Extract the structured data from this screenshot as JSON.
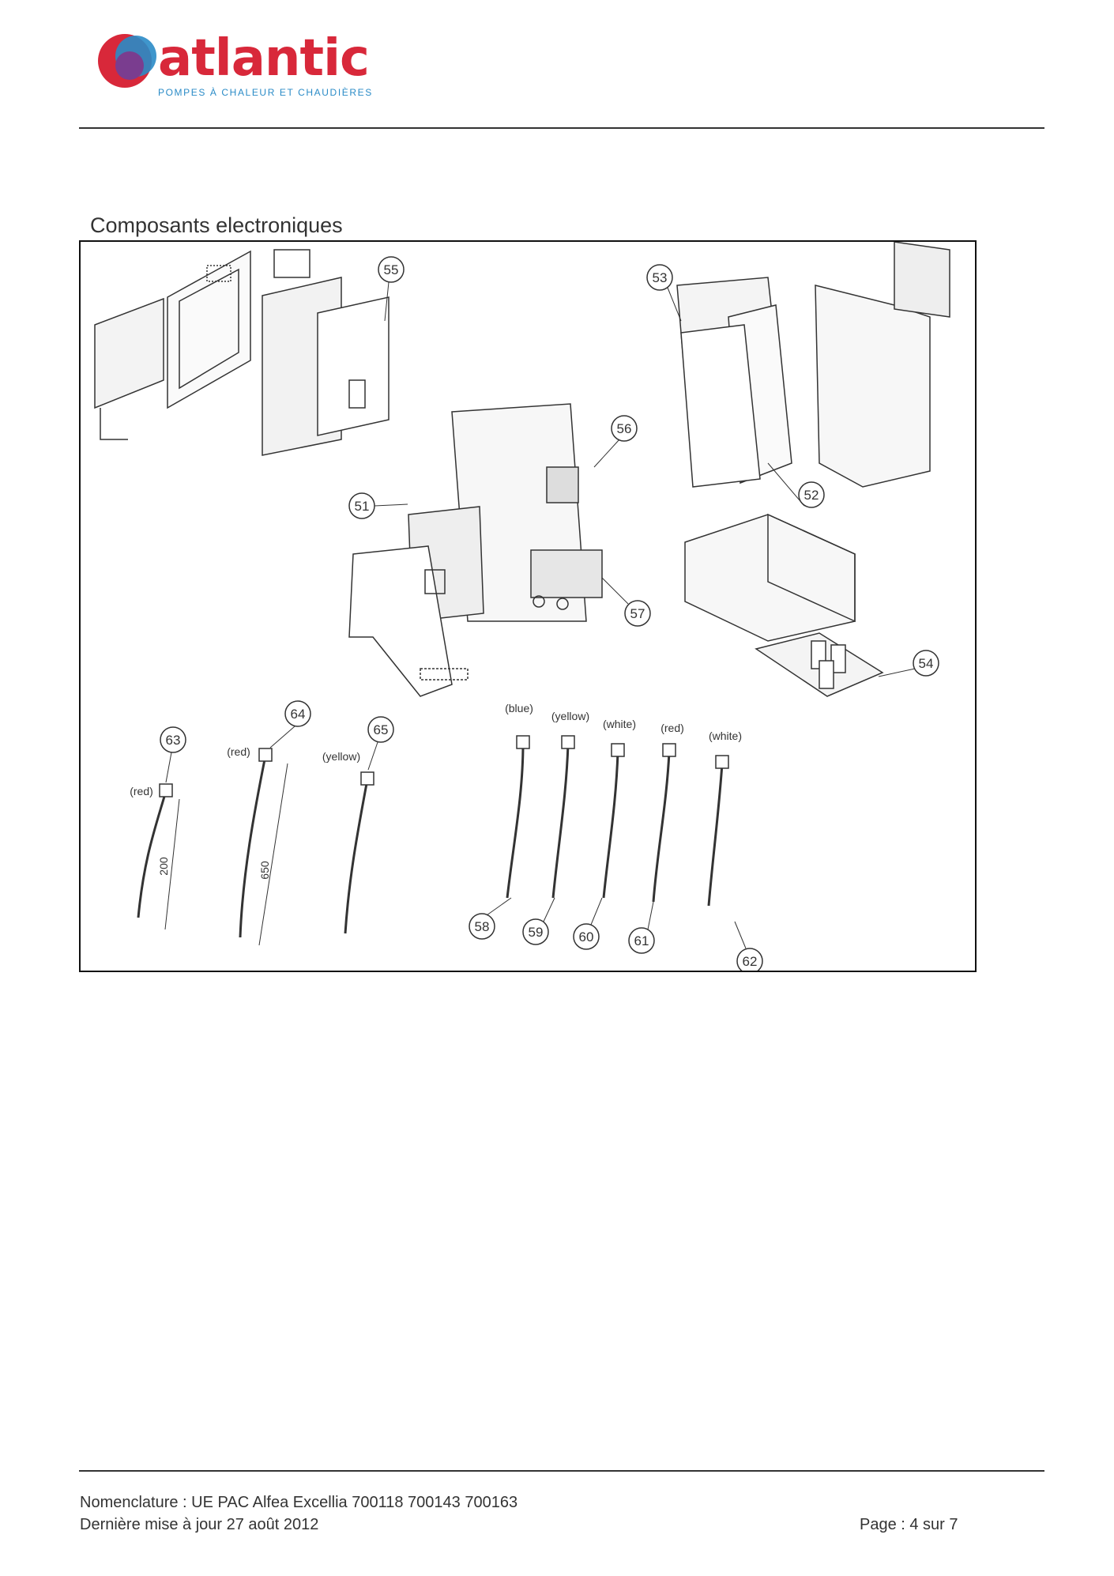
{
  "header": {
    "brand": "atlantic",
    "tagline": "POMPES À CHALEUR ET CHAUDIÈRES"
  },
  "section_title": "Composants electroniques",
  "diagram": {
    "callouts": [
      "51",
      "52",
      "53",
      "54",
      "55",
      "56",
      "57",
      "58",
      "59",
      "60",
      "61",
      "62",
      "63",
      "64",
      "65"
    ],
    "wire_colors": {
      "w63": "(red)",
      "w64": "(red)",
      "w65": "(yellow)",
      "w58": "(blue)",
      "w59": "(yellow)",
      "w60": "(white)",
      "w61": "(red)",
      "w62": "(white)"
    },
    "dimensions": {
      "d63": "200",
      "d64": "650"
    }
  },
  "footer": {
    "nomenclature": "Nomenclature : UE PAC Alfea Excellia 700118 700143 700163",
    "updated": "Dernière mise à jour 27 août 2012",
    "page": "Page : 4 sur 7"
  },
  "colors": {
    "brand_red": "#d8283a",
    "brand_blue": "#2a8bc7",
    "brand_purple": "#7a3d8f"
  }
}
